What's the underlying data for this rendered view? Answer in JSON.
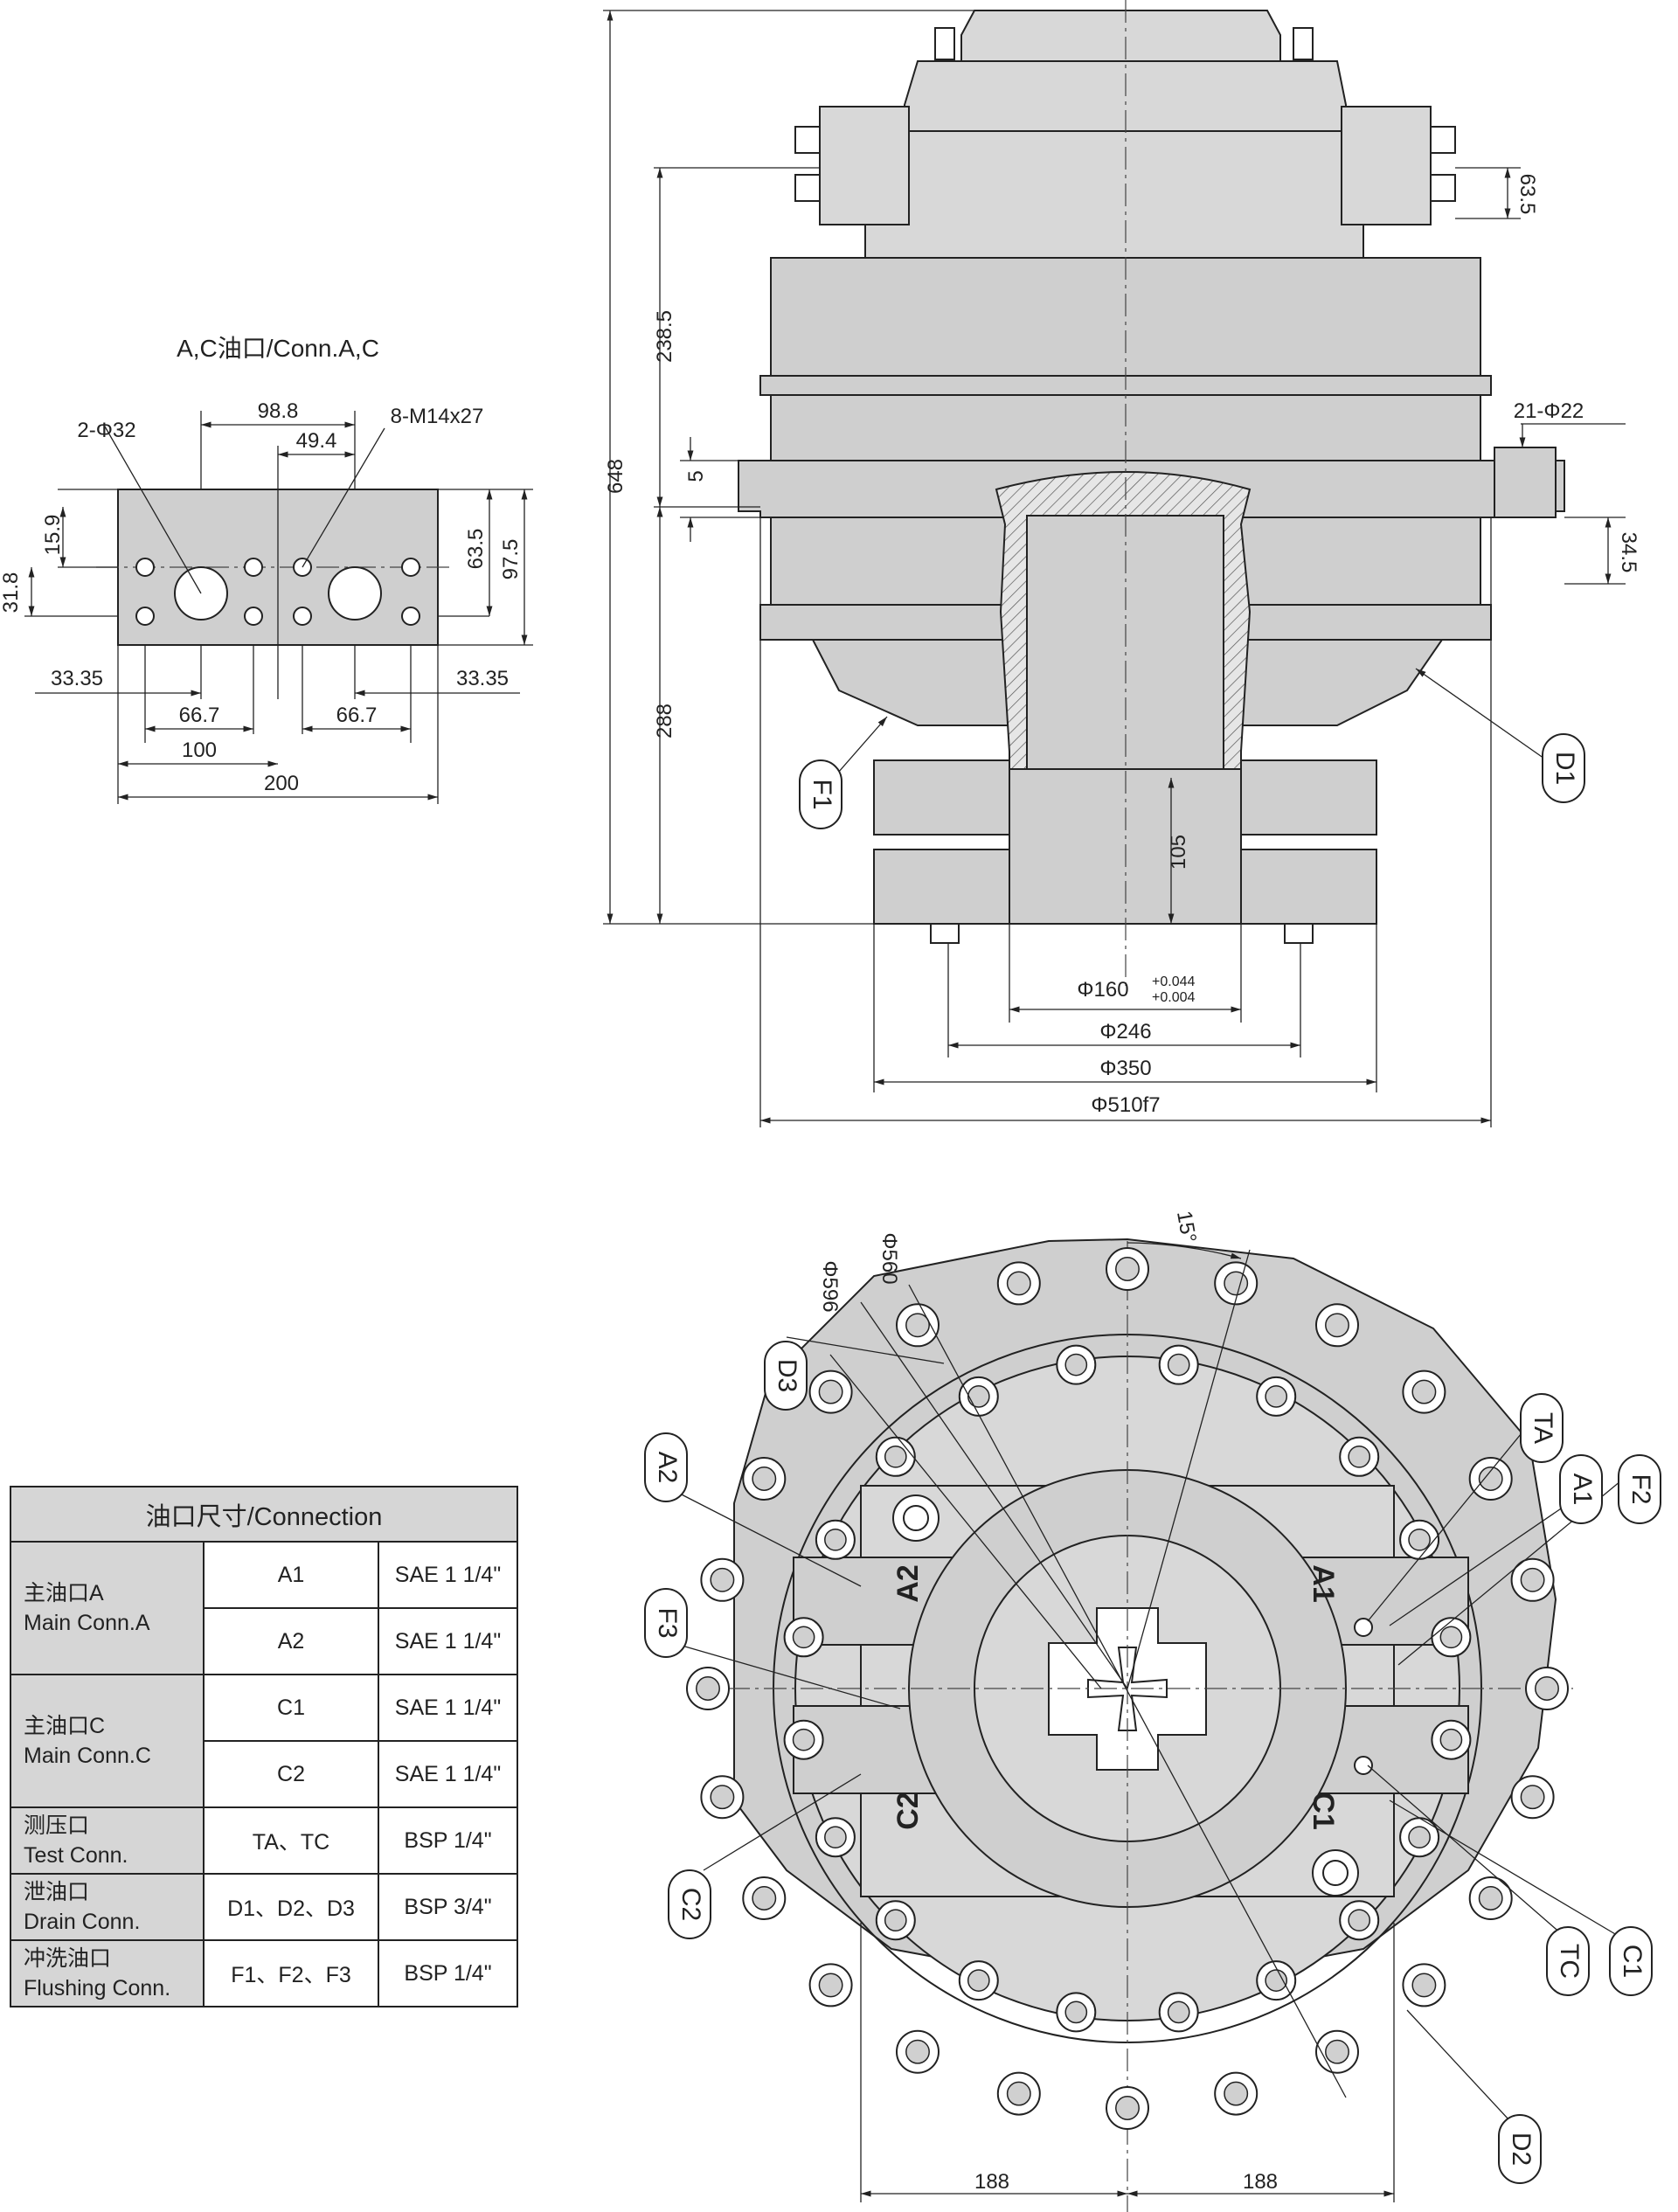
{
  "flange_view": {
    "title": "A,C油口/Conn.A,C",
    "dims": {
      "d_98_8": "98.8",
      "d_49_4": "49.4",
      "hole_2phi32": "2-Φ32",
      "thread_8m14": "8-M14x27",
      "d_15_9": "15.9",
      "d_31_8": "31.8",
      "d_63_5": "63.5",
      "d_97_5": "97.5",
      "d_33_35_left": "33.35",
      "d_33_35_right": "33.35",
      "d_66_7_left": "66.7",
      "d_66_7_right": "66.7",
      "d_100": "100",
      "d_200": "200"
    }
  },
  "side_view": {
    "dims": {
      "d_648": "648",
      "d_238_5": "238.5",
      "d_5": "5",
      "d_288": "288",
      "d_105": "105",
      "d_63_5": "63.5",
      "d_21phi22": "21-Φ22",
      "d_34_5": "34.5",
      "phi160": "Φ160",
      "phi160_tol_upper": "+0.044",
      "phi160_tol_lower": "+0.004",
      "phi246": "Φ246",
      "phi350": "Φ350",
      "phi510": "Φ510f7"
    },
    "callouts": {
      "f1": "F1",
      "d1": "D1"
    }
  },
  "front_view": {
    "dims": {
      "phi560": "Φ560",
      "phi596": "Φ596",
      "angle_15": "15°",
      "d_188_left": "188",
      "d_188_right": "188"
    },
    "ports": {
      "a1": "A1",
      "a2": "A2",
      "c1": "C1",
      "c2": "C2"
    },
    "callouts": {
      "d3": "D3",
      "a2": "A2",
      "f3": "F3",
      "ta": "TA",
      "a1": "A1",
      "f2": "F2",
      "c2": "C2",
      "tc": "TC",
      "c1": "C1",
      "d2": "D2"
    }
  },
  "connection_table": {
    "header": "油口尺寸/Connection",
    "groups": [
      {
        "name_cn": "主油口A",
        "name_en": "Main Conn.A",
        "rows": [
          {
            "port": "A1",
            "size": "SAE 1 1/4\""
          },
          {
            "port": "A2",
            "size": "SAE 1 1/4\""
          }
        ]
      },
      {
        "name_cn": "主油口C",
        "name_en": "Main Conn.C",
        "rows": [
          {
            "port": "C1",
            "size": "SAE 1 1/4\""
          },
          {
            "port": "C2",
            "size": "SAE 1 1/4\""
          }
        ]
      },
      {
        "name_cn": "测压口",
        "name_en": "Test Conn.",
        "rows": [
          {
            "port": "TA、TC",
            "size": "BSP 1/4\""
          }
        ]
      },
      {
        "name_cn": "泄油口",
        "name_en": "Drain Conn.",
        "rows": [
          {
            "port": "D1、D2、D3",
            "size": "BSP 3/4\""
          }
        ]
      },
      {
        "name_cn": "冲洗油口",
        "name_en": "Flushing Conn.",
        "rows": [
          {
            "port": "F1、F2、F3",
            "size": "BSP 1/4\""
          }
        ]
      }
    ]
  },
  "colors": {
    "housing_fill": "#cfcfcf",
    "line": "#222222",
    "table_header": "#d6d6d6"
  }
}
